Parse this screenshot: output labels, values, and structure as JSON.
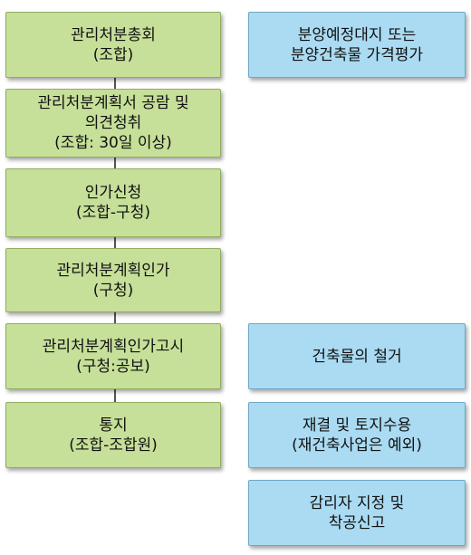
{
  "colors": {
    "left_fill": "#c6df99",
    "right_fill": "#aadbf2",
    "connector": "#555555"
  },
  "steps": [
    {
      "lines": [
        "관리처분총회",
        "(조합)"
      ]
    },
    {
      "lines": [
        "관리처분계획서 공람 및",
        "의견청취",
        "(조합: 30일 이상)"
      ]
    },
    {
      "lines": [
        "인가신청",
        "(조합-구청)"
      ]
    },
    {
      "lines": [
        "관리처분계획인가",
        "(구청)"
      ]
    },
    {
      "lines": [
        "관리처분계획인가고시",
        "(구청:공보)"
      ]
    },
    {
      "lines": [
        "통지",
        "(조합-조합원)"
      ]
    }
  ],
  "side_steps": [
    {
      "lines": [
        "분양예정대지 또는",
        "분양건축물 가격평가"
      ]
    },
    {
      "lines": [
        "건축물의 철거"
      ]
    },
    {
      "lines": [
        "재결 및 토지수용",
        "(재건축사업은 예외)"
      ]
    },
    {
      "lines": [
        "감리자 지정 및",
        "착공신고"
      ]
    }
  ]
}
